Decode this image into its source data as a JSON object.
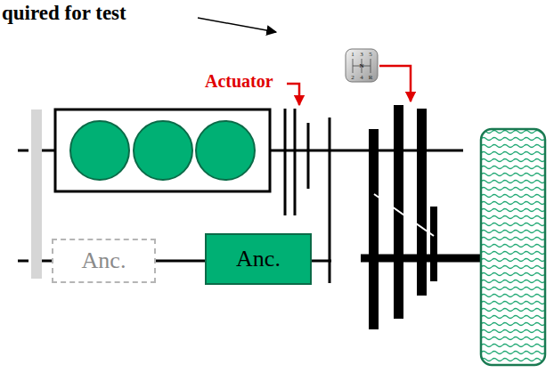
{
  "diagram": {
    "nodes": [
      {
        "text": [
          "Anc."
        ]
      },
      {
        "text": [
          "Anc."
        ]
      }
    ],
    "labels": [
      "quired for test",
      "Actuator",
      "1",
      "3",
      "5",
      "N",
      "2",
      "4",
      "R"
    ]
  }
}
